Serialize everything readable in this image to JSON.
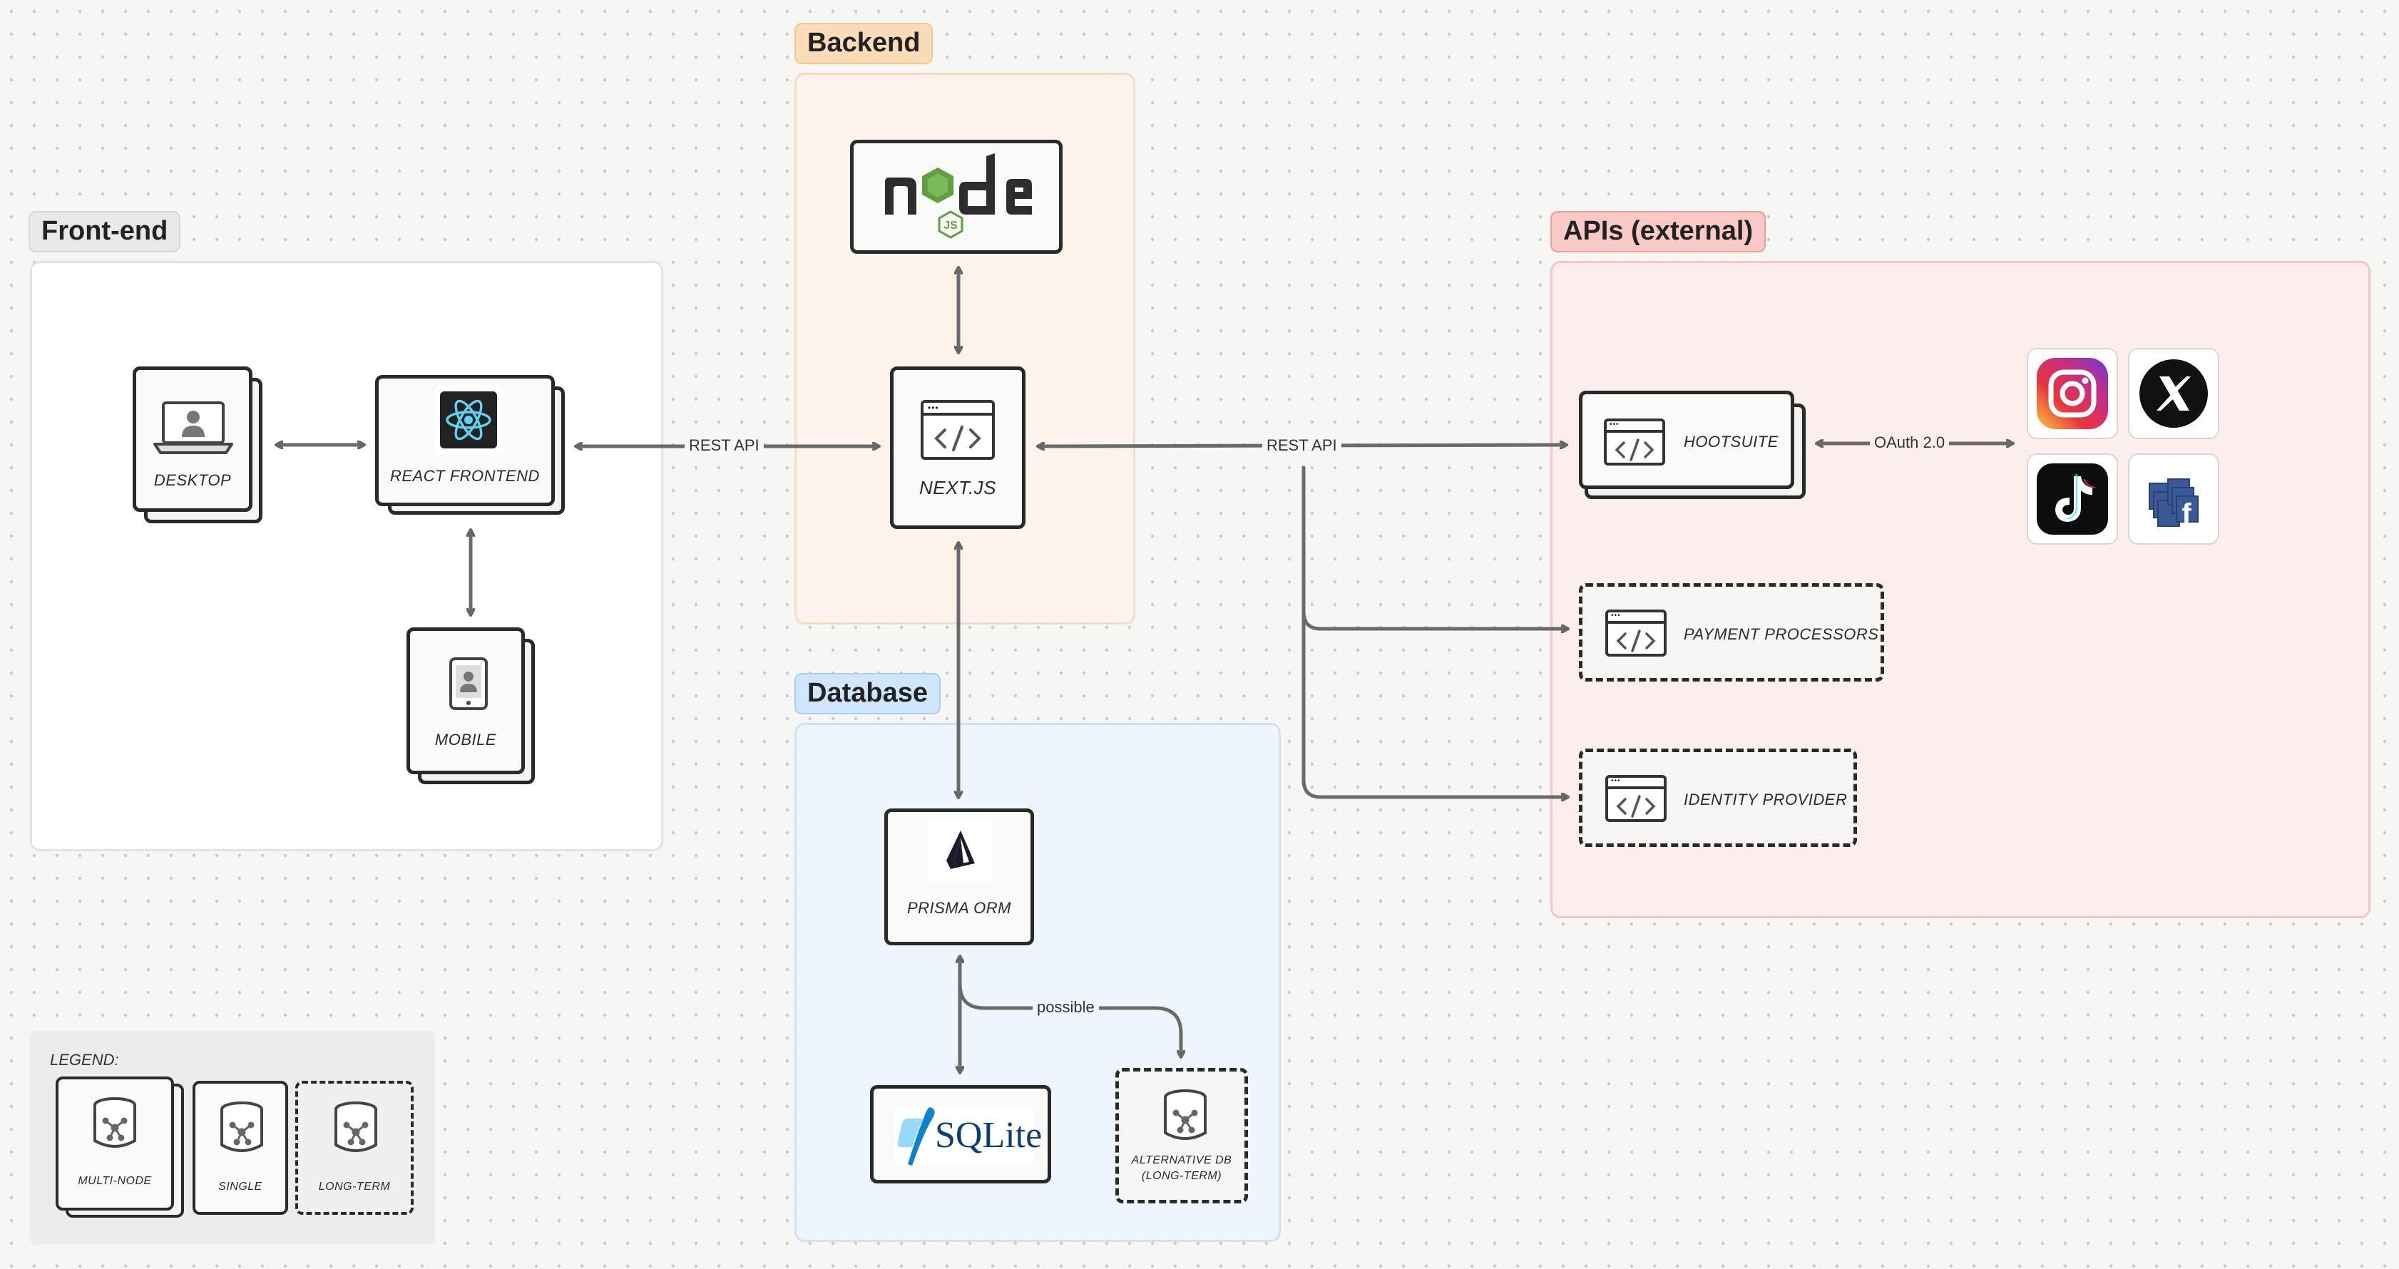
{
  "groups": {
    "frontend": "Front-end",
    "backend": "Backend",
    "database": "Database",
    "apis": "APIs (external)"
  },
  "nodes": {
    "desktop": "DESKTOP",
    "react_frontend": "REACT FRONTEND",
    "mobile": "MOBILE",
    "nextjs": "NEXT.JS",
    "prisma": "PRISMA ORM",
    "sqlite_logo": "SQLite",
    "alt_db_line1": "ALTERNATIVE DB",
    "alt_db_line2": "(LONG-TERM)",
    "hootsuite": "HOOTSUITE",
    "payment": "PAYMENT PROCESSORS",
    "identity": "IDENTITY PROVIDER"
  },
  "connectors": {
    "rest_api_front": "REST API",
    "rest_api_back": "REST API",
    "oauth": "OAuth 2.0",
    "possible": "possible"
  },
  "legend": {
    "title": "LEGEND:",
    "multi_node": "MULTI-NODE",
    "single": "SINGLE",
    "long_term": "LONG-TERM"
  },
  "colors": {
    "backend_bg": "#fdf3ea",
    "backend_tag": "#fbdcb8",
    "database_bg": "#eef5fc",
    "database_tag": "#cfe6fb",
    "apis_bg": "#fdeeee",
    "apis_tag": "#f9c9c7",
    "frontend_bg": "#ffffff",
    "frontend_tag": "#e8e8e6"
  }
}
